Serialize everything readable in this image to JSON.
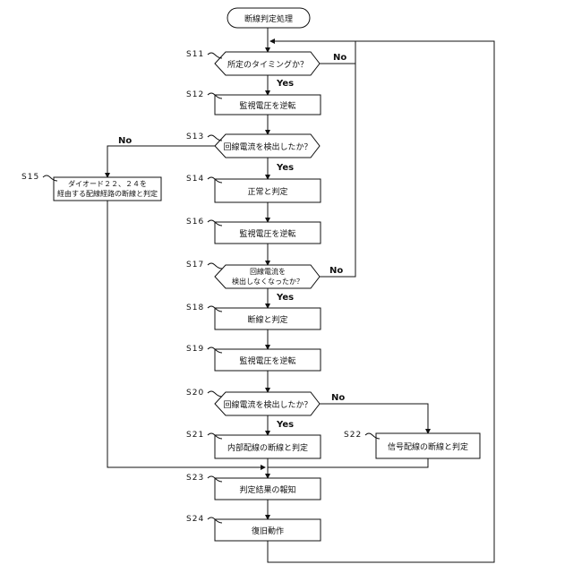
{
  "diagram": {
    "start": "断線判定処理",
    "steps": {
      "s11": {
        "id": "S11",
        "text": "所定のタイミングか？"
      },
      "s12": {
        "id": "S12",
        "text": "監視電圧を逆転"
      },
      "s13": {
        "id": "S13",
        "text": "回線電流を検出したか？"
      },
      "s14": {
        "id": "S14",
        "text": "正常と判定"
      },
      "s15": {
        "id": "S15",
        "text1": "ダイオード２２、２４を",
        "text2": "経由する配線経路の断線と判定"
      },
      "s16": {
        "id": "S16",
        "text": "監視電圧を逆転"
      },
      "s17": {
        "id": "S17",
        "text1": "回線電流を",
        "text2": "検出しなくなったか？"
      },
      "s18": {
        "id": "S18",
        "text": "断線と判定"
      },
      "s19": {
        "id": "S19",
        "text": "監視電圧を逆転"
      },
      "s20": {
        "id": "S20",
        "text": "回線電流を検出したか？"
      },
      "s21": {
        "id": "S21",
        "text": "内部配線の断線と判定"
      },
      "s22": {
        "id": "S22",
        "text": "信号配線の断線と判定"
      },
      "s23": {
        "id": "S23",
        "text": "判定結果の報知"
      },
      "s24": {
        "id": "S24",
        "text": "復旧動作"
      }
    },
    "branch": {
      "yes": "Yes",
      "no": "No"
    }
  }
}
